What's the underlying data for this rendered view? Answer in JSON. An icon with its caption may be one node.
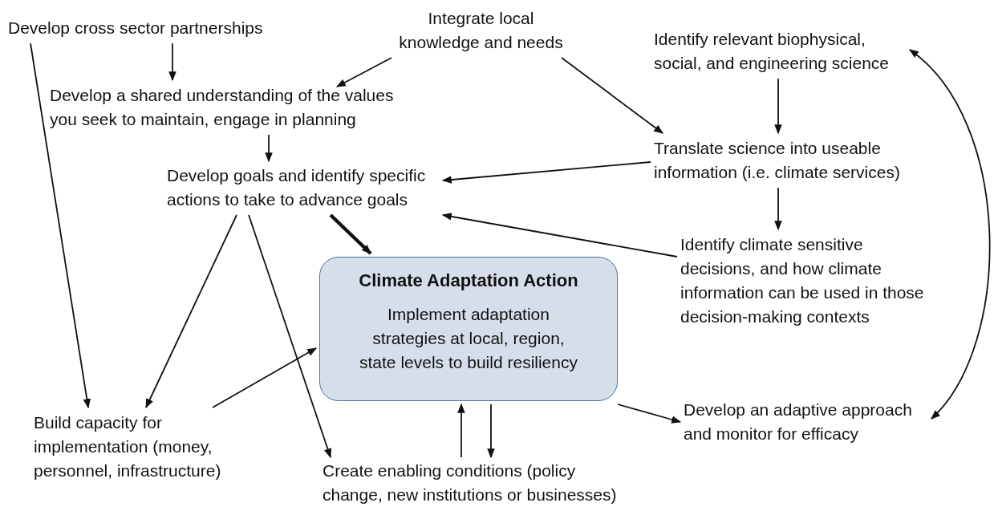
{
  "diagram": {
    "nodes": [
      {
        "text": [
          "Develop cross sector partnerships"
        ]
      },
      {
        "text": [
          "Integrate local knowledge and needs"
        ]
      },
      {
        "text": [
          "Identify relevant biophysical, social, and engineering science"
        ]
      },
      {
        "text": [
          "Develop a shared understanding of the values you seek to maintain, engage in planning"
        ]
      },
      {
        "text": [
          "Translate science into useable information (i.e. climate services)"
        ]
      },
      {
        "text": [
          "Develop goals and identify specific actions to take to advance goals"
        ]
      },
      {
        "text": [
          "Climate Adaptation Action",
          "Implement adaptation strategies at local, region, state levels to build resiliency"
        ]
      },
      {
        "text": [
          "Identify climate sensitive decisions, and how climate information can be used in those decision-making contexts"
        ]
      },
      {
        "text": [
          "Build capacity for implementation (money, personnel, infrastructure)"
        ]
      },
      {
        "text": [
          "Develop an adaptive approach and monitor for efficacy"
        ]
      },
      {
        "text": [
          "Create enabling conditions (policy change, new institutions or businesses)"
        ]
      }
    ],
    "edges": [
      {
        "from": 0,
        "to": 3,
        "arrow": "to"
      },
      {
        "from": 0,
        "to": 8,
        "arrow": "to"
      },
      {
        "from": 1,
        "to": 3,
        "arrow": "to"
      },
      {
        "from": 1,
        "to": 4,
        "arrow": "to"
      },
      {
        "from": 2,
        "to": 4,
        "arrow": "to"
      },
      {
        "from": 3,
        "to": 5,
        "arrow": "to"
      },
      {
        "from": 4,
        "to": 5,
        "arrow": "to"
      },
      {
        "from": 4,
        "to": 7,
        "arrow": "to"
      },
      {
        "from": 7,
        "to": 5,
        "arrow": "to"
      },
      {
        "from": 5,
        "to": 6,
        "arrow": "to",
        "style": "thick"
      },
      {
        "from": 5,
        "to": 8,
        "arrow": "to"
      },
      {
        "from": 5,
        "to": 10,
        "arrow": "to"
      },
      {
        "from": 8,
        "to": 6,
        "arrow": "to"
      },
      {
        "from": 6,
        "to": 9,
        "arrow": "to"
      },
      {
        "from": 10,
        "to": 6,
        "arrow": "to"
      },
      {
        "from": 6,
        "to": 10,
        "arrow": "to"
      },
      {
        "from": 2,
        "to": 9,
        "arrow": "both"
      }
    ]
  }
}
